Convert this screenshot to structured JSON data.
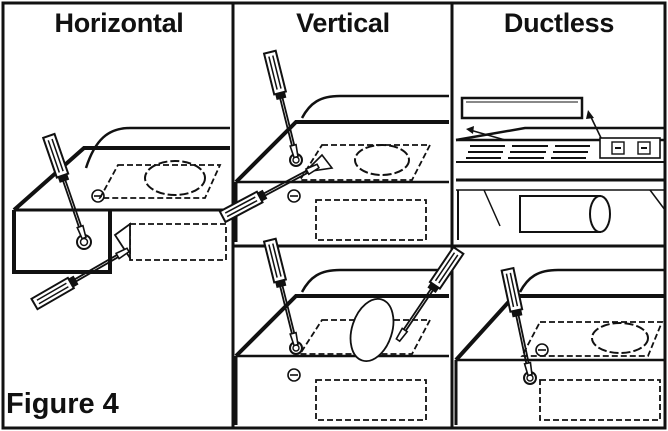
{
  "panels": [
    {
      "title": "Horizontal"
    },
    {
      "title": "Vertical"
    },
    {
      "title": "Ductless"
    }
  ],
  "figure_label": "Figure 4",
  "colors": {
    "ink": "#111111",
    "paper": "#ffffff"
  },
  "icons": [
    "screwdriver-icon",
    "knockout-icon",
    "damper-icon",
    "filter-icon"
  ]
}
